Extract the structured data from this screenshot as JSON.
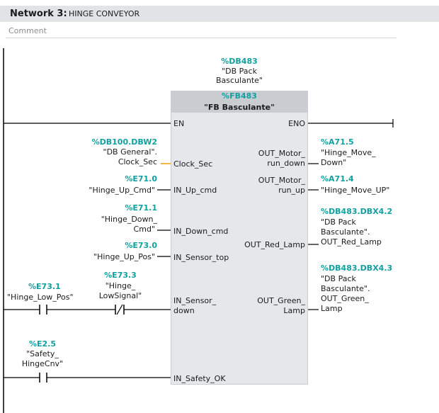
{
  "network": {
    "label": "Network 3:",
    "title": "HINGE CONVEYOR",
    "comment": "Comment"
  },
  "instance_db": {
    "address": "%DB483",
    "name_line1": "\"DB Pack",
    "name_line2": "Basculante\""
  },
  "block": {
    "address": "%FB483",
    "name": "\"FB Basculante\""
  },
  "pins": {
    "en": "EN",
    "eno": "ENO",
    "clock_sec": "Clock_Sec",
    "in_up_cmd": "IN_Up_cmd",
    "in_down_cmd": "IN_Down_cmd",
    "in_sensor_top": "IN_Sensor_top",
    "in_sensor_down_1": "IN_Sensor_",
    "in_sensor_down_2": "down",
    "in_safety_ok": "IN_Safety_OK",
    "out_motor_run_down_1": "OUT_Motor_",
    "out_motor_run_down_2": "run_down",
    "out_motor_run_up_1": "OUT_Motor_",
    "out_motor_run_up_2": "run_up",
    "out_red_lamp": "OUT_Red_Lamp",
    "out_green_lamp_1": "OUT_Green_",
    "out_green_lamp_2": "Lamp"
  },
  "operands": {
    "clock": {
      "address": "%DB100.DBW2",
      "line1": "\"DB General\".",
      "line2": "Clock_Sec"
    },
    "up_cmd": {
      "address": "%E71.0",
      "line1": "\"Hinge_Up_Cmd\""
    },
    "down_cmd": {
      "address": "%E71.1",
      "line1": "\"Hinge_Down_",
      "line2": "Cmd\""
    },
    "up_pos": {
      "address": "%E73.0",
      "line1": "\"Hinge_Up_Pos\""
    },
    "low_pos": {
      "address": "%E73.1",
      "line1": "\"Hinge_Low_Pos\""
    },
    "low_signal": {
      "address": "%E73.3",
      "line1": "\"Hinge_",
      "line2": "LowSignal\""
    },
    "safety": {
      "address": "%E2.5",
      "line1": "\"Safety_",
      "line2": "HingeCnv\""
    },
    "move_down": {
      "address": "%A71.5",
      "line1": "\"Hinge_Move_",
      "line2": "Down\""
    },
    "move_up": {
      "address": "%A71.4",
      "line1": "\"Hinge_Move_UP\""
    },
    "red_lamp": {
      "address": "%DB483.DBX4.2",
      "line1": "\"DB Pack",
      "line2": "Basculante\".",
      "line3": "OUT_Red_Lamp"
    },
    "green_lamp": {
      "address": "%DB483.DBX4.3",
      "line1": "\"DB Pack",
      "line2": "Basculante\".",
      "line3": "OUT_Green_",
      "line4": "Lamp"
    }
  }
}
